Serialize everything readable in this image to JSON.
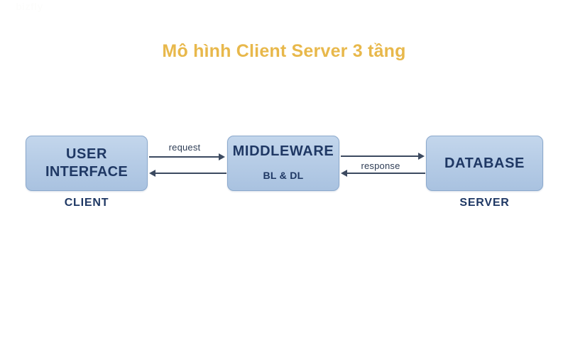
{
  "watermark": {
    "text": "bizfly"
  },
  "title": {
    "text": "Mô hình Client Server 3 tầng"
  },
  "colors": {
    "title": "#e8b84b",
    "box_fill_top": "#c3d6ec",
    "box_fill_bottom": "#a9c2e0",
    "box_border": "#8ba9cc",
    "box_text": "#1f3864",
    "connector": "#3c4a60",
    "background": "#ffffff"
  },
  "diagram": {
    "type": "block-diagram",
    "nodes": [
      {
        "id": "user-interface",
        "line1": "USER",
        "line2": "INTERFACE",
        "caption": "CLIENT"
      },
      {
        "id": "middleware",
        "line1": "MIDDLEWARE",
        "line2": "BL & DL",
        "caption": ""
      },
      {
        "id": "database",
        "line1": "DATABASE",
        "line2": "",
        "caption": "SERVER"
      }
    ],
    "connectors": [
      {
        "id": "request",
        "label": "request",
        "from": "user-interface",
        "to": "middleware",
        "direction": "right"
      },
      {
        "id": "reply-left",
        "label": "",
        "from": "middleware",
        "to": "user-interface",
        "direction": "left"
      },
      {
        "id": "forward-right",
        "label": "",
        "from": "middleware",
        "to": "database",
        "direction": "right"
      },
      {
        "id": "response",
        "label": "response",
        "from": "database",
        "to": "middleware",
        "direction": "left"
      }
    ]
  }
}
